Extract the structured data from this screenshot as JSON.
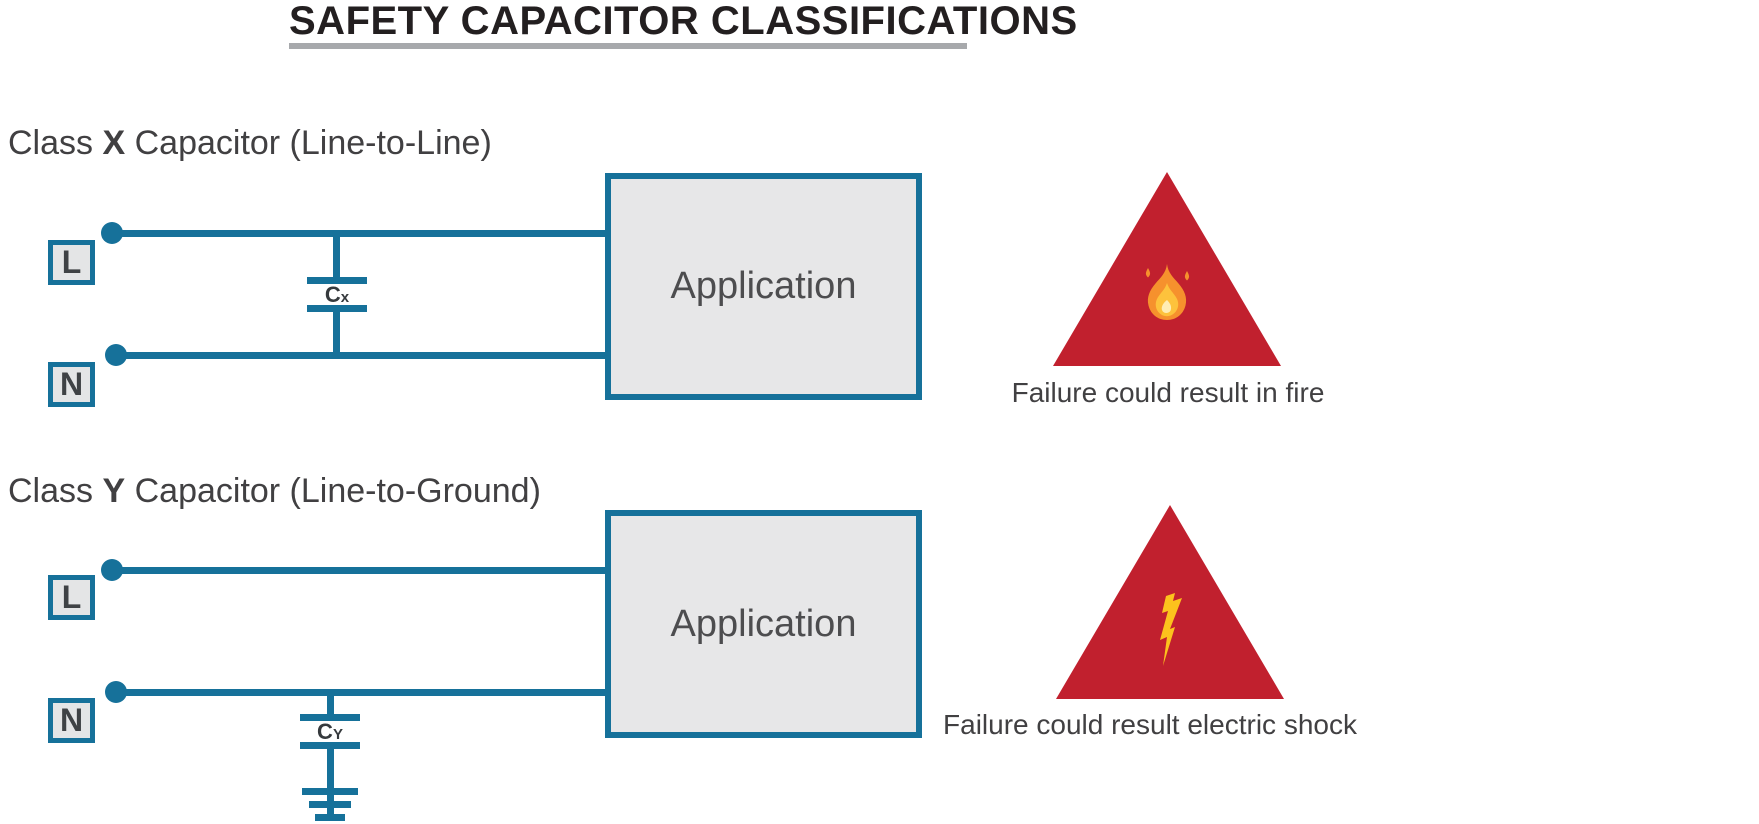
{
  "title": {
    "text": "SAFETY CAPACITOR CLASSIFICATIONS"
  },
  "colors": {
    "accent_blue": "#16719a",
    "warning_red": "#c1202e",
    "box_fill": "#e7e7e8",
    "terminal_fill": "#e4e5e6",
    "title_color": "#231f20",
    "text_dark": "#414042",
    "underline_gray": "#a7a9ac",
    "flame_orange": "#f6912d",
    "flame_yellow": "#fdc23c",
    "flame_core": "#ffedb3",
    "bolt_yellow": "#fcc21d"
  },
  "sections": [
    {
      "id": "class-x",
      "heading": {
        "prefix": "Class ",
        "class_letter": "X",
        "suffix": " Capacitor (Line-to-Line)"
      },
      "terminals": {
        "line": "L",
        "neutral": "N"
      },
      "capacitor": {
        "base": "C",
        "sub": "x"
      },
      "application_label": "Application",
      "warning": {
        "icon": "fire-icon",
        "caption": "Failure could result in fire"
      }
    },
    {
      "id": "class-y",
      "heading": {
        "prefix": "Class ",
        "class_letter": "Y",
        "suffix": " Capacitor (Line-to-Ground)"
      },
      "terminals": {
        "line": "L",
        "neutral": "N"
      },
      "capacitor": {
        "base": "C",
        "sub": "Y"
      },
      "application_label": "Application",
      "warning": {
        "icon": "lightning-bolt-icon",
        "caption": "Failure could result electric shock"
      }
    }
  ]
}
